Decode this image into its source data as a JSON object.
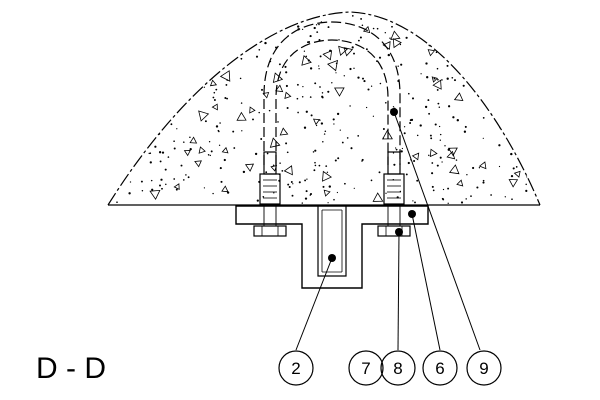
{
  "section_title": "D - D",
  "callouts": [
    {
      "id": "c2",
      "text": "2"
    },
    {
      "id": "c7",
      "text": "7"
    },
    {
      "id": "c8",
      "text": "8"
    },
    {
      "id": "c6",
      "text": "6"
    },
    {
      "id": "c9",
      "text": "9"
    }
  ]
}
